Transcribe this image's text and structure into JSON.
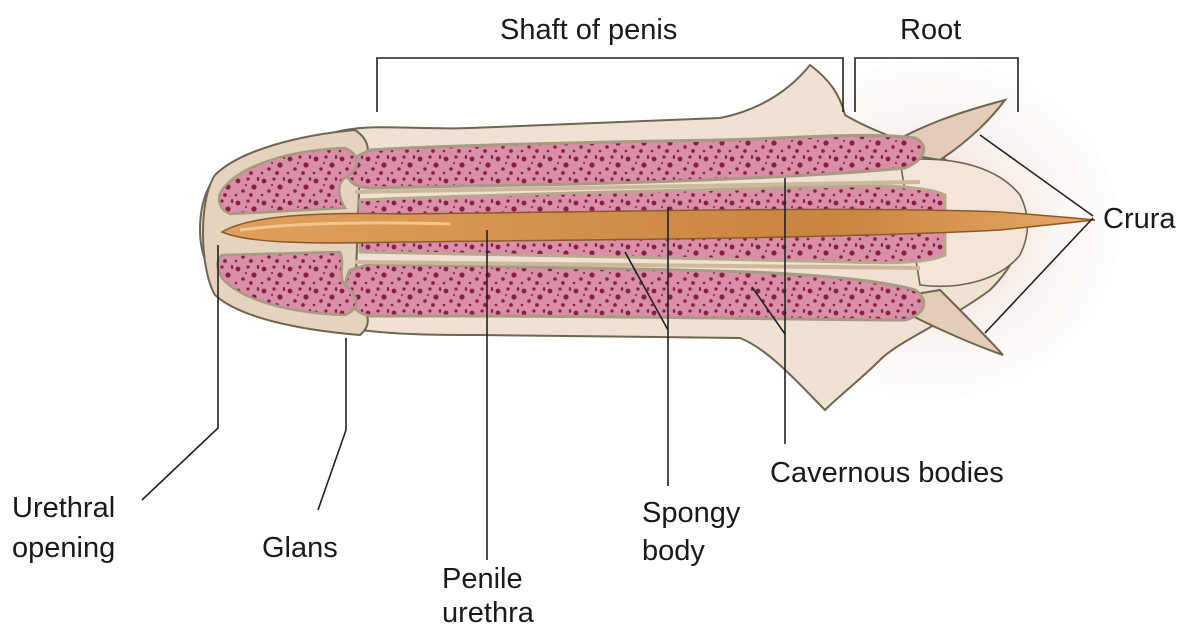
{
  "labels": {
    "shaft": "Shaft of penis",
    "root": "Root",
    "crura": "Crura",
    "cavernous": "Cavernous bodies",
    "spongy_line1": "Spongy",
    "spongy_line2": "body",
    "urethra_line1": "Penile",
    "urethra_line2": "urethra",
    "glans": "Glans",
    "opening_line1": "Urethral",
    "opening_line2": "opening"
  },
  "colors": {
    "skin": "#efe2d2",
    "skin_shadow": "#e3cdb8",
    "tissue_pink": "#d98fa8",
    "tissue_spots": "#8a1f45",
    "sheath": "#d7c3a6",
    "urethra": "#d8904a",
    "outline": "#6f6552"
  }
}
